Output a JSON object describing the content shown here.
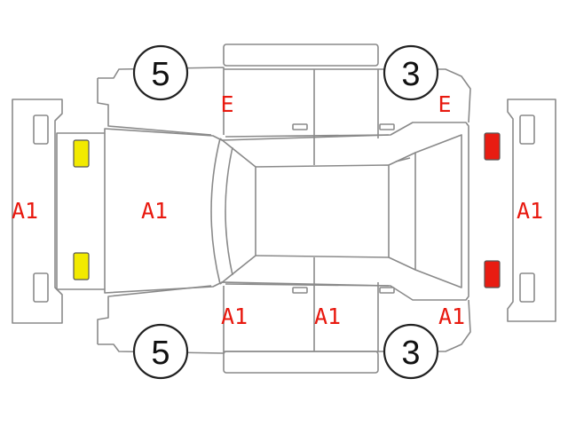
{
  "colors": {
    "code": "#e8190f",
    "lamp_front": "#f2ea00",
    "lamp_rear": "#e81c12"
  },
  "wheels": {
    "front_left": "5",
    "rear_left": "3",
    "front_right": "5",
    "rear_right": "3"
  },
  "codes": {
    "front_bumper": "A1",
    "hood": "A1",
    "rear_bumper": "A1",
    "front_fender_top": "E",
    "rear_fender_top": "E",
    "front_door_bottom": "A1",
    "rear_door_bottom": "A1",
    "rear_fender_bottom": "A1"
  }
}
